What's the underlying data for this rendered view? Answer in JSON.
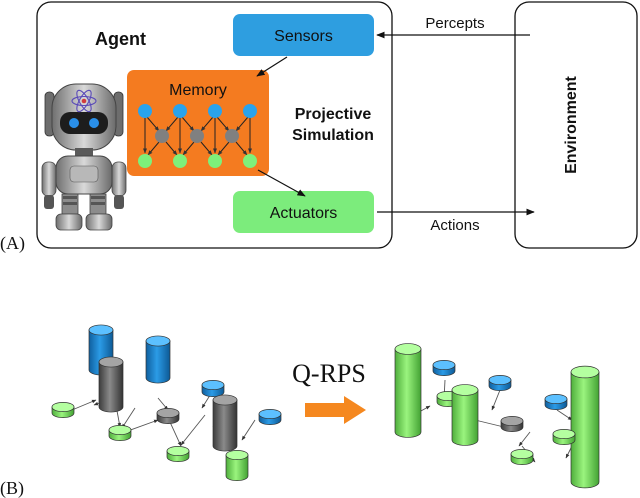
{
  "panel_a": {
    "label": "(A)",
    "agent_title": "Agent",
    "sensors_label": "Sensors",
    "memory_label": "Memory",
    "ps_line1": "Projective",
    "ps_line2": "Simulation",
    "actuators_label": "Actuators",
    "percepts_label": "Percepts",
    "actions_label": "Actions",
    "environment_label": "Environment"
  },
  "panel_b": {
    "label": "(B)",
    "transform_label": "Q-RPS"
  },
  "colors": {
    "sensor_blue": "#2e9ee0",
    "memory_orange": "#f47b20",
    "actuator_green": "#7cec7c",
    "clip_blue": "#1c8fe0",
    "clip_green": "#88ee66",
    "clip_gray": "#7a7a7a",
    "arrow_orange": "#f5881f"
  },
  "icons": {
    "robot": "robot-icon",
    "atom": "atom-icon"
  }
}
